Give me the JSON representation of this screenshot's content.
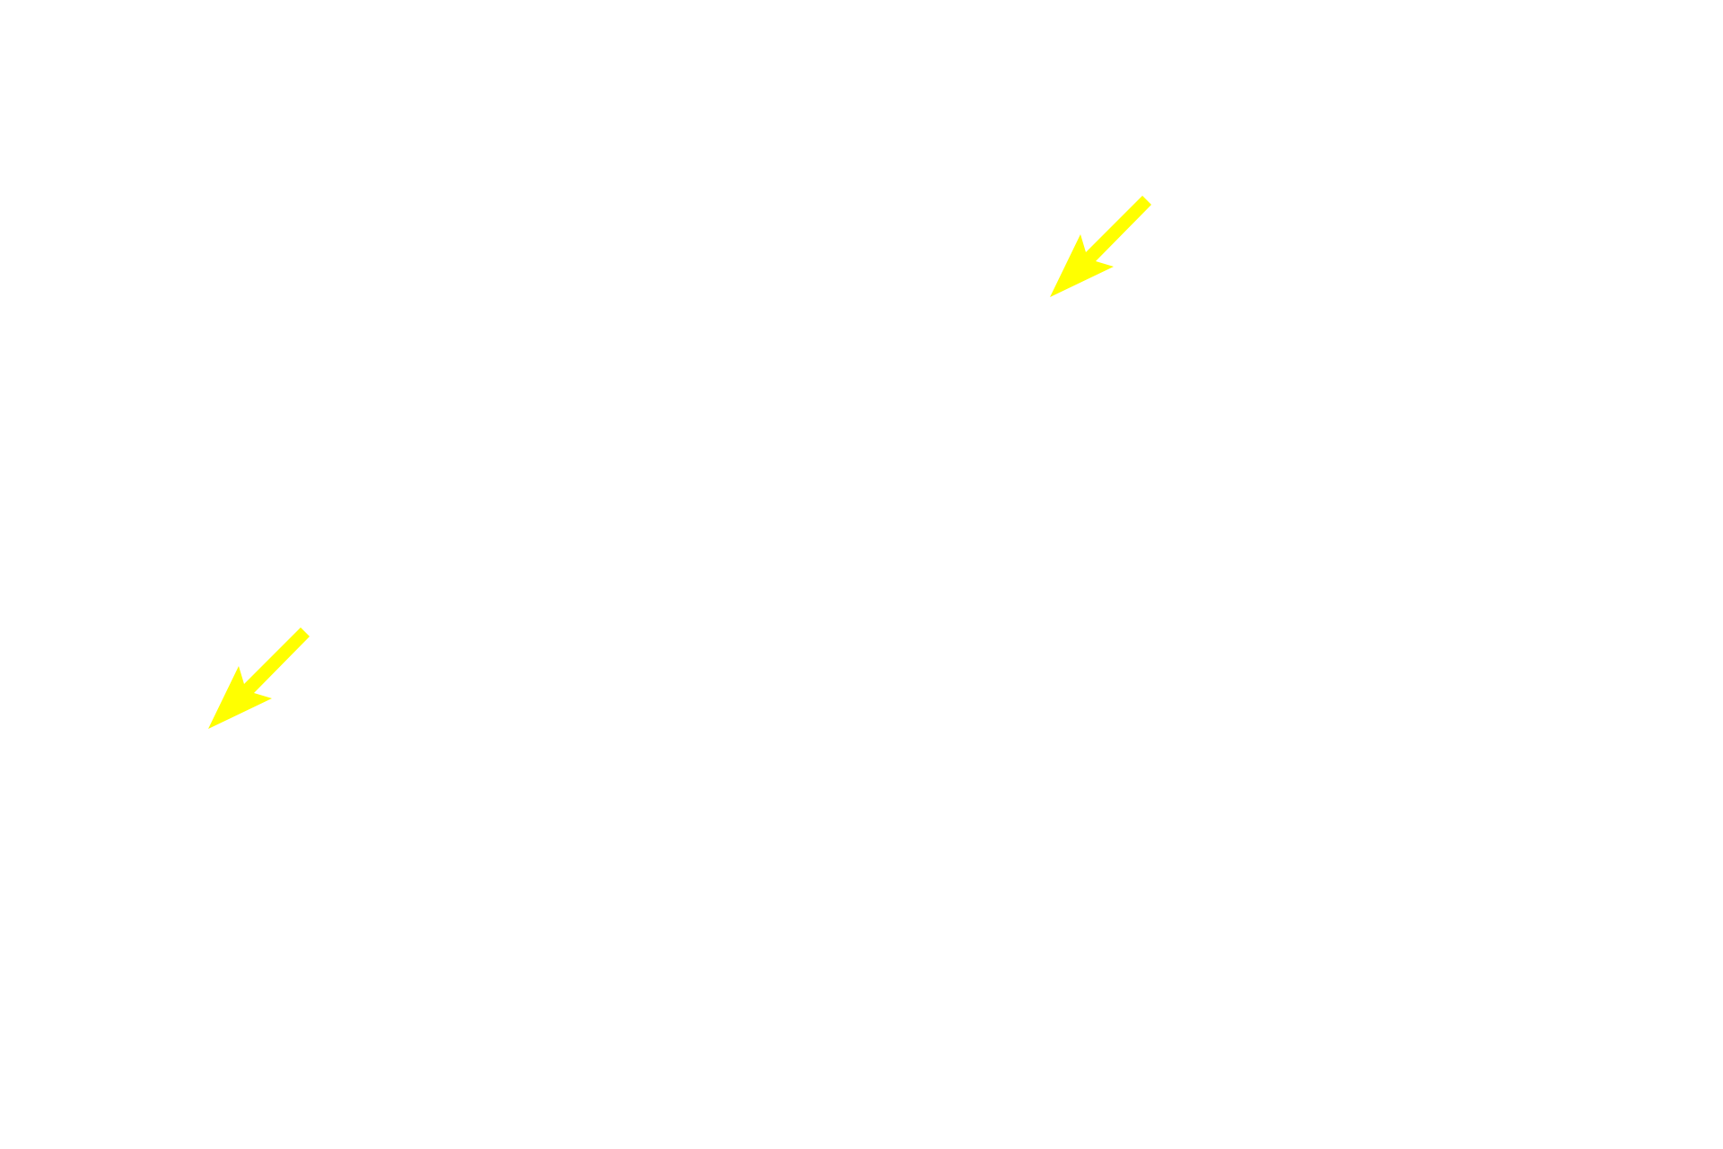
{
  "background_color": "#ffffff",
  "annotations": [
    {
      "type": "arrow",
      "direction": "down-left",
      "color": "#ffff00"
    },
    {
      "type": "arrow",
      "direction": "down-left",
      "color": "#ffff00"
    }
  ]
}
